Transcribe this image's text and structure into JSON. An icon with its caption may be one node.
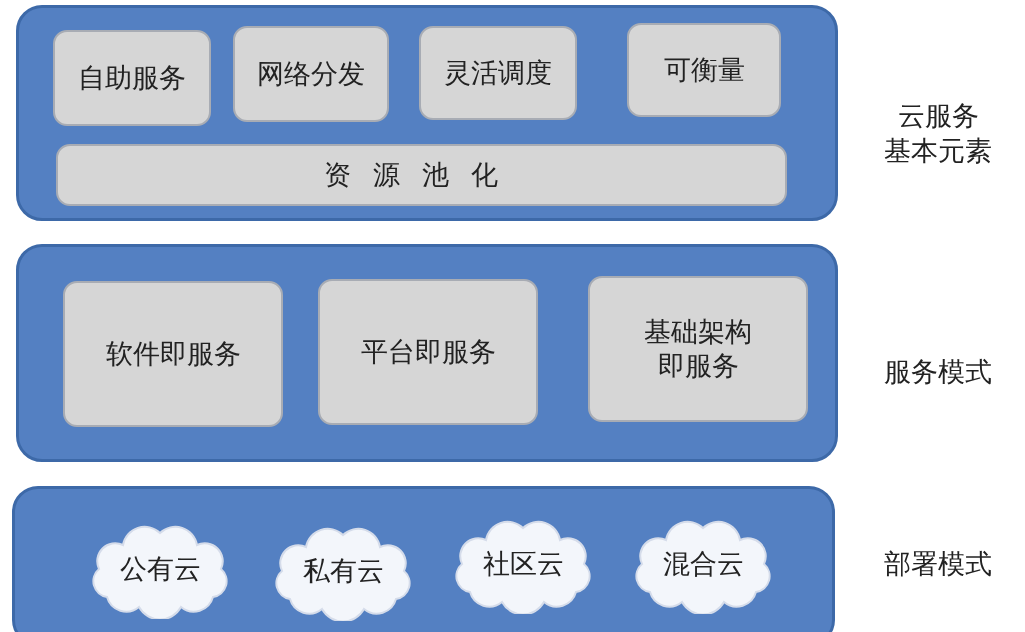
{
  "diagram": {
    "nodes": [
      {
        "text": [],
        "shape": "box",
        "beside": [
          "云服务基本元素"
        ]
      },
      {
        "text": [
          "自助服务"
        ],
        "in": 0
      },
      {
        "text": [
          "网络分发"
        ],
        "in": 0
      },
      {
        "text": [
          "灵活调度"
        ],
        "in": 0
      },
      {
        "text": [
          "可衡量"
        ],
        "in": 0
      },
      {
        "text": [
          "资源池化"
        ],
        "in": 0
      },
      {
        "text": [],
        "shape": "box",
        "beside": [
          "服务模式"
        ]
      },
      {
        "text": [
          "软件即服务"
        ],
        "in": 6
      },
      {
        "text": [
          "平台即服务"
        ],
        "in": 6
      },
      {
        "text": [
          "基础架构即服务"
        ],
        "in": 6
      },
      {
        "text": [],
        "shape": "box",
        "beside": [
          "部署模式"
        ]
      },
      {
        "text": [
          "公有云"
        ],
        "in": 10
      },
      {
        "text": [
          "私有云"
        ],
        "in": 10
      },
      {
        "text": [
          "社区云"
        ],
        "in": 10
      },
      {
        "text": [
          "混合云"
        ],
        "in": 10
      }
    ],
    "edges": []
  }
}
